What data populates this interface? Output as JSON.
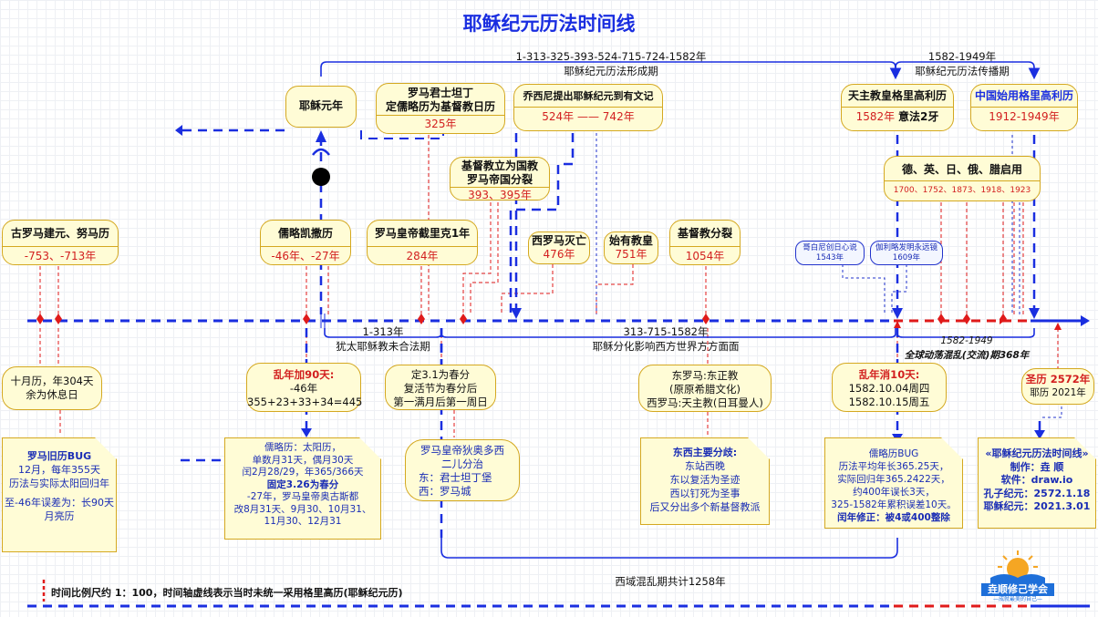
{
  "title": "耶稣纪元历法时间线",
  "period_top_left": {
    "range": "1-313-325-393-524-715-724-1582年",
    "label": "耶稣纪元历法形成期"
  },
  "period_top_right": {
    "range": "1582-1949年",
    "label": "耶稣纪元历法传播期"
  },
  "events_top": {
    "ad1": {
      "title": "耶稣元年"
    },
    "constantine": {
      "line1": "罗马君士坦丁",
      "line2": "定儒略历为基督教日历",
      "year": "325年"
    },
    "exiguus": {
      "title": "乔西尼提出耶稣纪元到有文记",
      "year": "524年 —— 742年"
    },
    "christian_state": {
      "line1": "基督教立为国教",
      "line2": "罗马帝国分裂",
      "year": "393、395年"
    },
    "gregorian": {
      "title": "天主教皇格里高利历",
      "year": "1582年",
      "note": "意法2牙"
    },
    "china": {
      "title": "中国始用格里高利历",
      "year": "1912-1949年"
    },
    "countries": {
      "title": "德、英、日、俄、腊启用",
      "years": "1700、1752、1873、1918、1923"
    }
  },
  "events_mid": {
    "rome": {
      "title": "古罗马建元、努马历",
      "year": "-753、-713年"
    },
    "julian": {
      "title": "儒略凯撒历",
      "year": "-46年、-27年"
    },
    "theodosius": {
      "title": "罗马皇帝截里克1年",
      "year": "284年"
    },
    "west_rome": {
      "title": "西罗马灭亡",
      "year": "476年"
    },
    "church": {
      "title": "始有教皇",
      "year": "751年"
    },
    "schism": {
      "title": "基督教分裂",
      "year": "1054年"
    },
    "copernicus": {
      "line1": "哥白尼创日心说",
      "line2": "1543年"
    },
    "galileo": {
      "line1": "伽利略发明永远镜",
      "line2": "1609年"
    }
  },
  "axis_labels": {
    "seg1_range": "1-313年",
    "seg1_label": "犹太耶稣教未合法期",
    "seg2_range": "313-715-1582年",
    "seg2_label": "耶稣分化影响西方世界方方面面",
    "seg3_range": "1582-1949",
    "seg3_label": "全球动荡混乱(交流)期368年"
  },
  "lower_boxes": {
    "ten_month": {
      "line1": "十月历，年304天",
      "line2": "余为休息日"
    },
    "chaos90": {
      "title": "乱年加90天:",
      "line1": "-46年",
      "line2": "355+23+33+34=445"
    },
    "easter": {
      "line1": "定3.1为春分",
      "line2": "复活节为春分后",
      "line3": "第一满月后第一周日"
    },
    "east_west": {
      "line1": "东罗马:东正教",
      "line2": "(原原希腊文化)",
      "line3": "西罗马:天主教(日耳曼人)"
    },
    "lost10": {
      "title": "乱年消10天:",
      "line1": "1582.10.04周四",
      "line2": "1582.10.15周五"
    },
    "holy_calendar": {
      "line1": "圣历 2572年",
      "line2": "耶历 2021年"
    }
  },
  "notes": {
    "roman_bug": {
      "title": "罗马旧历BUG",
      "line1": "12月，每年355天",
      "line2": "历法与实际太阳回归年",
      "line3": "至-46年误差为：长90天",
      "line4": "月亮历"
    },
    "julian_detail": {
      "line1": "儒略历：太阳历，",
      "line2": "单数月31天，偶月30天",
      "line3": "闰2月28/29，年365/366天",
      "line4": "固定3.26为春分",
      "line5": "-27年，罗马皇帝奥古斯都",
      "line6": "改8月31天、9月30、10月31、",
      "line7": "11月30、12月31"
    },
    "split_empire": {
      "line1": "罗马皇帝狄奥多西",
      "line2": "二儿分治",
      "line3": "东：君士坦丁堡",
      "line4": "西：罗马城"
    },
    "east_west_split": {
      "title": "东西主要分歧:",
      "line1": "东站西晚",
      "line2": "东以复活为圣迹",
      "line3": "西以钉死为圣事",
      "line4": "后又分出多个新基督教派"
    },
    "gregorian_bug": {
      "title": "儒略历BUG",
      "line1": "历法平均年长365.25天，",
      "line2": "实际回归年365.2422天，",
      "line3": "约400年误长3天，",
      "line4": "325-1582年累积误差10天。",
      "line5": "闰年修正：被4或400整除"
    },
    "credits": {
      "title": "«耶稣纪元历法时间线»",
      "maker_label": "制作：",
      "maker": "垚 顺",
      "software_label": "软件：",
      "software": "draw.io",
      "confucius_label": "孔子纪元：",
      "confucius": "2572.1.18",
      "jesus_label": "耶稣纪元：",
      "jesus": "2021.3.01"
    }
  },
  "bottom_bracket": "西域混乱期共计1258年",
  "footer_note": "时间比例尺约 1：100，时间轴虚线表示当时未统一采用格里高历(耶稣纪元历)",
  "logo": {
    "name": "垚顺修己学会",
    "tagline": "—成就最美的自己—"
  },
  "colors": {
    "axis_blue": "#1a2ee0",
    "axis_red": "#e01a1a",
    "box_border": "#d4a820",
    "box_fill": "#fffcd6"
  }
}
